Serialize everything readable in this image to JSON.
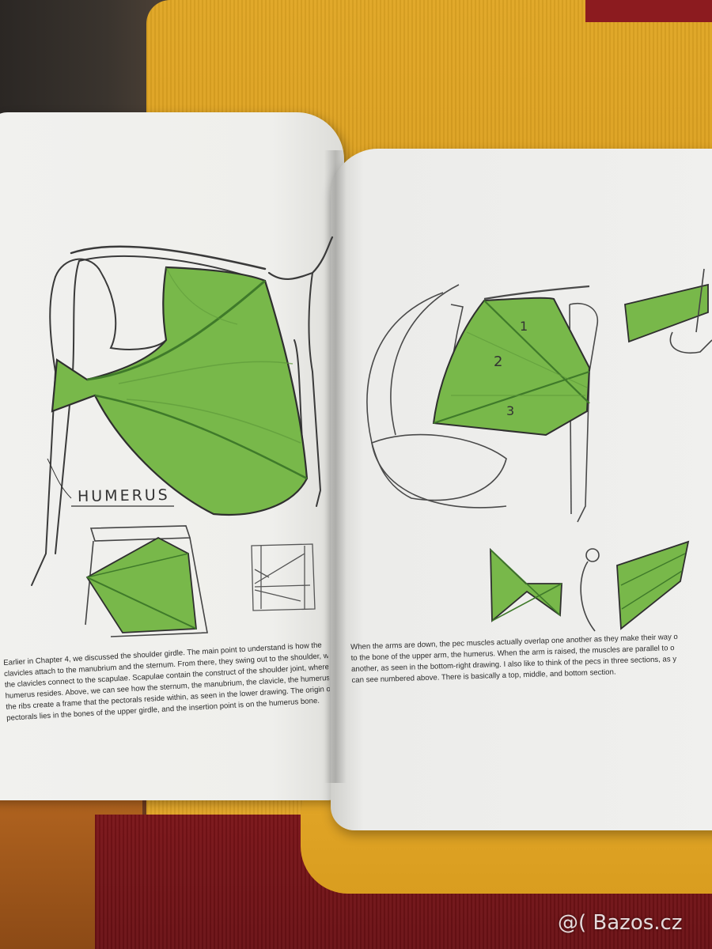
{
  "book": {
    "left_page": {
      "label": "HUMERUS",
      "caption_lines": [
        "Earlier in Chapter 4, we discussed the shoulder girdle. The main point to understand is how the",
        "clavicles attach to the manubrium and the sternum. From there, they swing out to the shoulder, where",
        "the clavicles connect to the scapulae. Scapulae contain the construct of the shoulder joint, where the",
        "humerus resides. Above, we can see how the sternum, the manubrium, the clavicle, the humerus and",
        "the ribs create a frame that the pectorals reside within, as seen in the lower drawing. The origin of",
        "pectorals lies in the bones of the upper girdle, and the insertion point is on the humerus bone."
      ]
    },
    "right_page": {
      "section_numbers": [
        "1",
        "2",
        "3"
      ],
      "caption_lines": [
        "When the arms are down, the pec muscles actually overlap one another as they make their way o",
        "to the bone of the upper arm, the humerus. When the arm is raised, the muscles are parallel to o",
        "another, as seen in the bottom-right drawing. I also like to think of the pecs in three sections, as y",
        "can see numbered above. There is basically a top, middle, and bottom section."
      ]
    }
  },
  "watermark": "@( Bazos.cz",
  "colors": {
    "muscle_green": "#78b84a",
    "muscle_dark": "#3f7a2a",
    "pencil": "#3a3a3a",
    "page": "#f0f0ee",
    "blanket_yellow": "#e0a624",
    "blanket_red": "#7a1418"
  }
}
